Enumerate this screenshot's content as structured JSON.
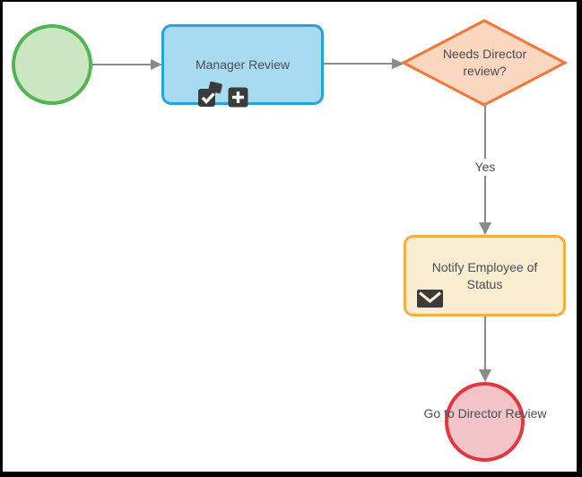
{
  "canvas": {
    "background": "#ffffff",
    "frame_color": "#000000",
    "connector_color": "#8b8b8b",
    "text_color": "#4a4d57"
  },
  "nodes": {
    "start_event": {
      "type": "start-event",
      "label": "",
      "fill": "#cbe6c3",
      "stroke": "#54b454"
    },
    "manager_task": {
      "type": "task",
      "label": "Manager Review",
      "fill": "#a8daf0",
      "stroke": "#29a2db",
      "markers": [
        "approval-check-icon",
        "plus-icon"
      ]
    },
    "gateway": {
      "type": "exclusive-gateway",
      "label": "Needs Director review?",
      "fill": "#fad7be",
      "stroke": "#f4763b"
    },
    "notify_task": {
      "type": "send-task",
      "label": "Notify Employee of Status",
      "icon": "envelope-icon",
      "fill": "#fbedd0",
      "stroke": "#f6ac44"
    },
    "end_event": {
      "type": "end-event",
      "label": "Go to Director Review",
      "fill": "#f2c4c7",
      "stroke": "#e2373f"
    }
  },
  "flows": {
    "yes_label": "Yes"
  }
}
